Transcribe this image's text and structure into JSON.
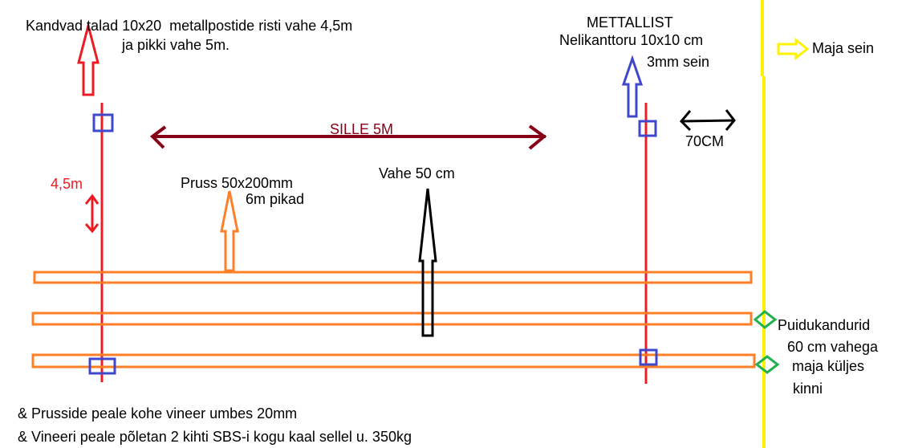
{
  "colors": {
    "post": "#ed1c24",
    "bracket": "#3f48cc",
    "beam": "#ff7f27",
    "wall": "#fff200",
    "support": "#22b14c",
    "span": "#880015",
    "text": "#000000"
  },
  "labels": {
    "beams_title": "Kandvad talad 10x20  metallpostide risti vahe 4,5m",
    "beams_sub": "ja pikki vahe 5m.",
    "metal_title": "METTALLIST",
    "metal_tube": "Nelikanttoru 10x10 cm",
    "metal_wall": "3mm sein",
    "house_wall": "Maja sein",
    "span": "SILLE 5M",
    "gap_wall": "70CM",
    "cross_spacing": "4,5m",
    "timber": "Pruss 50x200mm",
    "timber_length": "6m pikad",
    "timber_gap": "Vahe 50 cm",
    "supports_1": "Puidukandurid",
    "supports_2": "60 cm vahega",
    "supports_3": "maja küljes",
    "supports_4": "kinni",
    "note_1": "& Prusside peale kohe vineer umbes 20mm",
    "note_2": "& Vineeri peale põletan 2 kihti SBS-i kogu kaal sellel u. 350kg"
  }
}
